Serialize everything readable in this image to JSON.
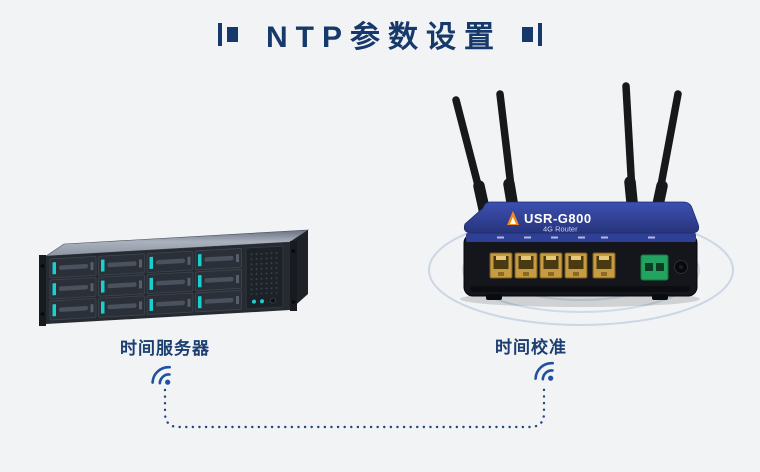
{
  "page": {
    "background": "#f2f3f4"
  },
  "title": {
    "text": "NTP参数设置",
    "color": "#17386b"
  },
  "devices": {
    "server": {
      "label": "时间服务器"
    },
    "router": {
      "label": "时间校准",
      "model": "USR-G800",
      "type": "4G Router"
    }
  },
  "icons": {
    "left": "wifi-signal-icon",
    "right": "wifi-signal-icon"
  },
  "colors": {
    "accent_blue": "#2050a0",
    "connector_navy": "#24457e",
    "led_cyan": "#1ad0ce",
    "router_top_blue": "#2e3f96",
    "port_gold": "#c79b42",
    "terminal_green": "#23a35f",
    "ripple": "#c6d4e3",
    "title_navy": "#17386b"
  }
}
